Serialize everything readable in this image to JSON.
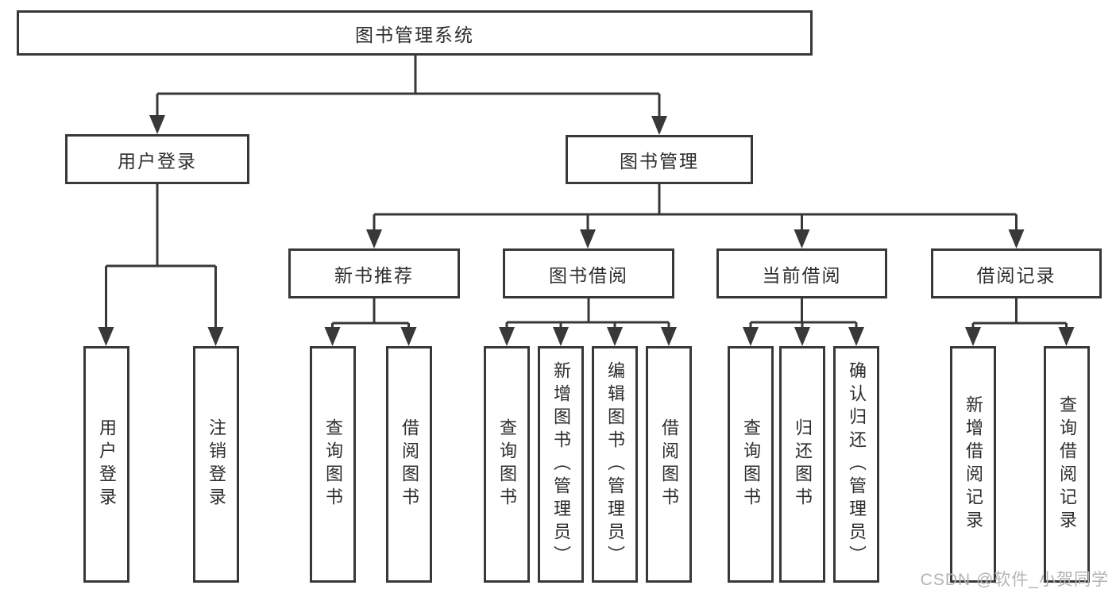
{
  "diagram": {
    "root": "图书管理系统",
    "level2": {
      "user_login": "用户登录",
      "book_management": "图书管理"
    },
    "level3": {
      "new_book_recommend": "新书推荐",
      "book_borrow": "图书借阅",
      "current_borrow": "当前借阅",
      "borrow_records": "借阅记录"
    },
    "leaves": {
      "user_login": "用户登录",
      "logout": "注销登录",
      "recommend_query_books": "查询图书",
      "recommend_borrow_books": "借阅图书",
      "borrow_query_books": "查询图书",
      "borrow_add_books_admin": "新增图书（管理员）",
      "borrow_edit_books_admin": "编辑图书（管理员）",
      "borrow_borrow_books": "借阅图书",
      "current_query_books": "查询图书",
      "current_return_books": "归还图书",
      "current_confirm_return_admin": "确认归还（管理员）",
      "records_add_record": "新增借阅记录",
      "records_query_record": "查询借阅记录"
    },
    "watermark": "CSDN @软件_小贺同学",
    "colors": {
      "line": "#383838",
      "text": "#2d2d2d",
      "watermark": "#b3b3b3",
      "background": "#ffffff"
    }
  }
}
